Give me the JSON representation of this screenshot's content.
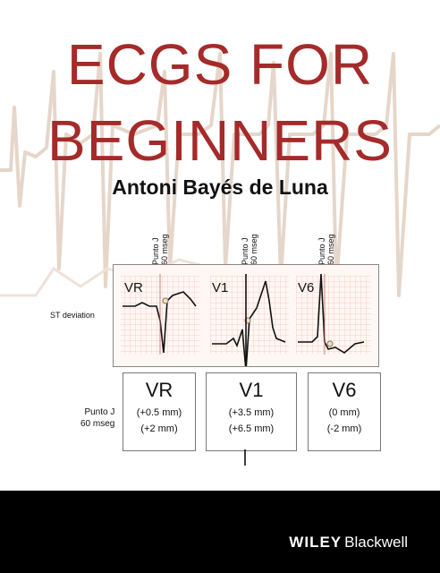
{
  "title": {
    "line1": "ECGS FOR",
    "line2": "BEGINNERS"
  },
  "author": "Antoni Bayés de Luna",
  "figure": {
    "st_deviation_label": "ST deviation",
    "punto_label": "Punto J",
    "mseg_label": "60 mseg",
    "top_labels": [
      {
        "line1": "Punto J",
        "line2": "60 mseg"
      },
      {
        "line1": "Punto J",
        "line2": "60 mseg"
      },
      {
        "line1": "Punto J",
        "line2": "60 mseg"
      }
    ],
    "leads": [
      {
        "name": "VR",
        "values": [
          "(+0.5 mm)",
          "(+2 mm)"
        ]
      },
      {
        "name": "V1",
        "values": [
          "(+3.5 mm)",
          "(+6.5 mm)"
        ]
      },
      {
        "name": "V6",
        "values": [
          "(0 mm)",
          "(-2 mm)"
        ]
      }
    ]
  },
  "publisher": {
    "name_bold": "WILEY",
    "name_light": "Blackwell"
  },
  "colors": {
    "title": "#a52a2a",
    "grid": "#f2b8b0",
    "footer": "#000000",
    "trace": "#e8d8cc"
  }
}
